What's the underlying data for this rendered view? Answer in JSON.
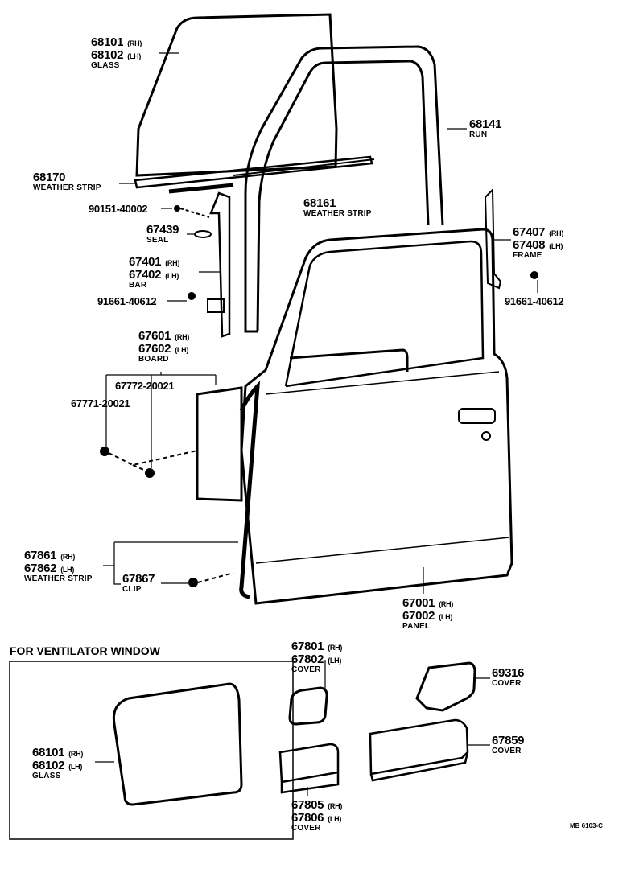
{
  "diagram_code": "MB 6103-C",
  "ventilator_section_title": "FOR VENTILATOR WINDOW",
  "callouts": {
    "glass": {
      "parts": [
        {
          "no": "68101",
          "side": "(RH)"
        },
        {
          "no": "68102",
          "side": "(LH)"
        }
      ],
      "name": "GLASS"
    },
    "weather_strip_68170": {
      "parts": [
        {
          "no": "68170"
        }
      ],
      "name": "WEATHER STRIP"
    },
    "screw_90151": {
      "parts": [
        {
          "no": "90151-40002"
        }
      ]
    },
    "seal": {
      "parts": [
        {
          "no": "67439"
        }
      ],
      "name": "SEAL"
    },
    "bar": {
      "parts": [
        {
          "no": "67401",
          "side": "(RH)"
        },
        {
          "no": "67402",
          "side": "(LH)"
        }
      ],
      "name": "BAR"
    },
    "bolt_left": {
      "parts": [
        {
          "no": "91661-40612"
        }
      ]
    },
    "board": {
      "parts": [
        {
          "no": "67601",
          "side": "(RH)"
        },
        {
          "no": "67602",
          "side": "(LH)"
        }
      ],
      "name": "BOARD"
    },
    "clip_67772": {
      "parts": [
        {
          "no": "67772-20021"
        }
      ]
    },
    "clip_67771": {
      "parts": [
        {
          "no": "67771-20021"
        }
      ]
    },
    "weather_strip_67861": {
      "parts": [
        {
          "no": "67861",
          "side": "(RH)"
        },
        {
          "no": "67862",
          "side": "(LH)"
        }
      ],
      "name": "WEATHER STRIP"
    },
    "clip_67867": {
      "parts": [
        {
          "no": "67867"
        }
      ],
      "name": "CLIP"
    },
    "run": {
      "parts": [
        {
          "no": "68141"
        }
      ],
      "name": "RUN"
    },
    "weather_strip_68161": {
      "parts": [
        {
          "no": "68161"
        }
      ],
      "name": "WEATHER STRIP"
    },
    "frame": {
      "parts": [
        {
          "no": "67407",
          "side": "(RH)"
        },
        {
          "no": "67408",
          "side": "(LH)"
        }
      ],
      "name": "FRAME"
    },
    "bolt_right": {
      "parts": [
        {
          "no": "91661-40612"
        }
      ]
    },
    "panel": {
      "parts": [
        {
          "no": "67001",
          "side": "(RH)"
        },
        {
          "no": "67002",
          "side": "(LH)"
        }
      ],
      "name": "PANEL"
    },
    "vent_glass": {
      "parts": [
        {
          "no": "68101",
          "side": "(RH)"
        },
        {
          "no": "68102",
          "side": "(LH)"
        }
      ],
      "name": "GLASS"
    },
    "cover_67801": {
      "parts": [
        {
          "no": "67801",
          "side": "(RH)"
        },
        {
          "no": "67802",
          "side": "(LH)"
        }
      ],
      "name": "COVER"
    },
    "cover_69316": {
      "parts": [
        {
          "no": "69316"
        }
      ],
      "name": "COVER"
    },
    "cover_67859": {
      "parts": [
        {
          "no": "67859"
        }
      ],
      "name": "COVER"
    },
    "cover_67805": {
      "parts": [
        {
          "no": "67805",
          "side": "(RH)"
        },
        {
          "no": "67806",
          "side": "(LH)"
        }
      ],
      "name": "COVER"
    }
  }
}
